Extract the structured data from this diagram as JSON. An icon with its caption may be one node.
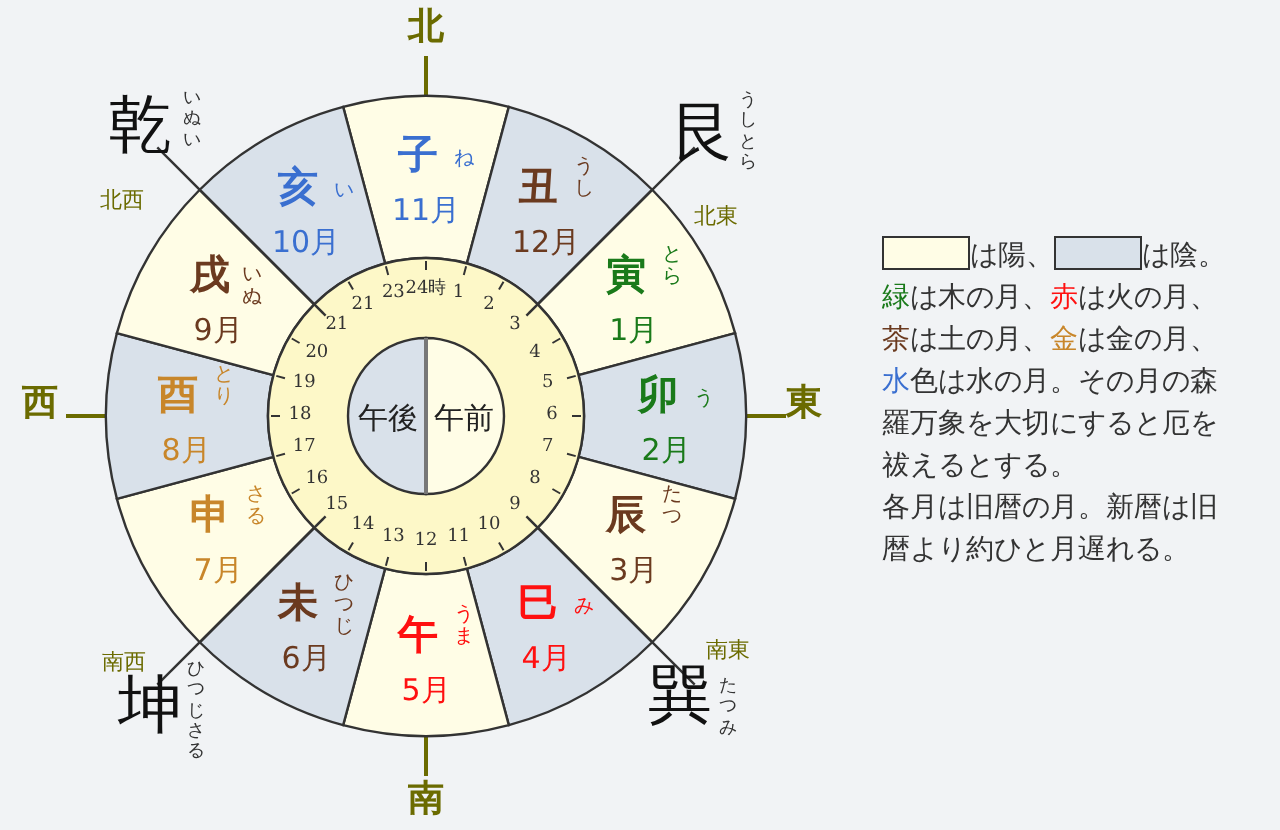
{
  "diagram": {
    "nodes": [
      {
        "text": [
          "子",
          "ね",
          "11月"
        ]
      },
      {
        "text": [
          "丑",
          "うし",
          "12月"
        ]
      },
      {
        "text": [
          "寅",
          "とら",
          "1月"
        ]
      },
      {
        "text": [
          "卯",
          "う",
          "2月"
        ]
      },
      {
        "text": [
          "辰",
          "たつ",
          "3月"
        ]
      },
      {
        "text": [
          "巳",
          "み",
          "4月"
        ]
      },
      {
        "text": [
          "午",
          "うま",
          "5月"
        ]
      },
      {
        "text": [
          "未",
          "ひつじ",
          "6月"
        ]
      },
      {
        "text": [
          "申",
          "さる",
          "7月"
        ]
      },
      {
        "text": [
          "酉",
          "とり",
          "8月"
        ]
      },
      {
        "text": [
          "戌",
          "いぬ",
          "9月"
        ]
      },
      {
        "text": [
          "亥",
          "い",
          "10月"
        ]
      },
      {
        "text": [
          "午後"
        ]
      },
      {
        "text": [
          "午前"
        ]
      }
    ],
    "labels": [
      "北",
      "乾",
      "いぬい",
      "艮",
      "うしとら",
      "北西",
      "北東",
      "西",
      "東",
      "南西",
      "南東",
      "坤",
      "ひつじさる",
      "巽",
      "たつみ",
      "南",
      "23",
      "24時",
      "1",
      "21",
      "2",
      "21",
      "3",
      "20",
      "4",
      "19",
      "5",
      "18",
      "6",
      "17",
      "7",
      "16",
      "8",
      "15",
      "9",
      "14",
      "10",
      "13",
      "12",
      "11",
      "緑は木の月、",
      "赤は火の月、",
      "茶は土の月、",
      "金は金の月、",
      "水色は水の月。",
      "その月の森羅万象を大切にすると厄を祓えるとする。",
      "各月は旧暦の月。新暦は旧暦より約ひと月遅れる。"
    ],
    "legend": [
      {
        "text": "は陽、",
        "color": "#fffde6"
      },
      {
        "text": "は陰。",
        "color": "#d9e1ea"
      }
    ]
  }
}
